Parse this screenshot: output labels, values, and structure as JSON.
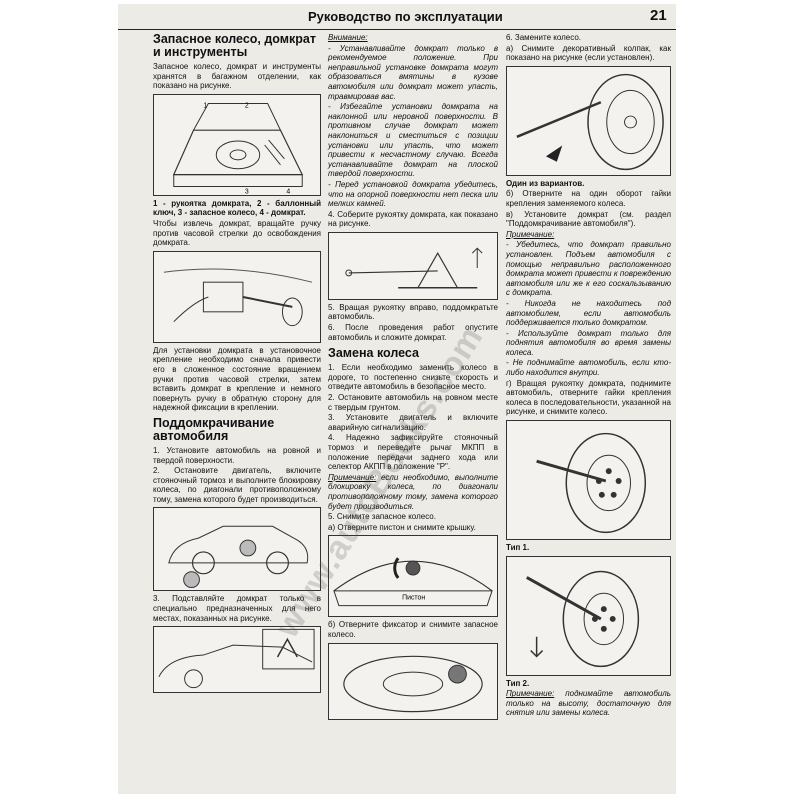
{
  "header": {
    "title": "Руководство по эксплуатации",
    "page": "21"
  },
  "col1": {
    "h1": "Запасное колесо, домкрат и инструменты",
    "p1": "Запасное колесо, домкрат и инструменты хранятся в багажном отделении, как показано на рисунке.",
    "fig1_nums": [
      "1",
      "2",
      "3",
      "4"
    ],
    "cap1": "1 - рукоятка домкрата, 2 - баллонный ключ, 3 - запасное колесо, 4 - домкрат.",
    "p2": "Чтобы извлечь домкрат, вращайте ручку против часовой стрелки до освобождения домкрата.",
    "p3": "Для установки домкрата в установочное крепление необходимо сначала привести его в сложенное состояние вращением ручки против часовой стрелки, затем вставить домкрат в крепление и немного повернуть ручку в обратную сторону для надежной фиксации в креплении.",
    "h2": "Поддомкрачивание автомобиля",
    "p4": "1. Установите автомобиль на ровной и твердой поверхности.",
    "p5": "2. Остановите двигатель, включите стояночный тормоз и выполните блокировку колеса, по диагонали противоположному тому, замена которого будет производиться.",
    "p6": "3. Подставляйте домкрат только в специально предназначенных для него местах, показанных на рисунке."
  },
  "col2": {
    "note1_label": "Внимание:",
    "note1_a": "- Устанавливайте домкрат только в рекомендуемое положение. При неправильной установке домкрата могут образоваться вмятины в кузове автомобиля или домкрат может упасть, травмировав вас.",
    "note1_b": "- Избегайте установки домкрата на наклонной или неровной поверхности. В противном случае домкрат может наклониться и сместиться с позиции установки или упасть, что может привести к несчастному случаю. Всегда устанавливайте домкрат на плоской твердой поверхности.",
    "note1_c": "- Перед установкой домкрата убедитесь, что на опорной поверхности нет песка или мелких камней.",
    "p4": "4. Соберите рукоятку домкрата, как показано на рисунке.",
    "p5": "5. Вращая рукоятку вправо, поддомкратьте автомобиль.",
    "p6": "6. После проведения работ опустите автомобиль и сложите домкрат.",
    "h": "Замена колеса",
    "r1": "1. Если необходимо заменить колесо в дороге, то постепенно снизьте скорость и отведите автомобиль в безопасное место.",
    "r2": "2. Остановите автомобиль на ровном месте с твердым грунтом.",
    "r3": "3. Установите двигатель и включите аварийную сигнализацию.",
    "r4": "4. Надежно зафиксируйте стояночный тормоз и переведите рычаг МКПП в положение передачи заднего хода или селектор АКПП в положение \"Р\".",
    "note2_label": "Примечание:",
    "note2_text": "если необходимо, выполните блокировку колеса, по диагонали противоположному тому, замена которого будет производиться.",
    "r5": "5. Снимите запасное колесо.",
    "r5a": "а) Отверните пистон и снимите крышку.",
    "fig_label": "Пистон",
    "r5b": "б) Отверните фиксатор и снимите запасное колесо."
  },
  "col3": {
    "s6": "6. Замените колесо.",
    "s6a": "а) Снимите декоративный колпак, как показано на рисунке (если установлен).",
    "cap1": "Один из вариантов.",
    "s6b": "б) Отверните на один оборот гайки крепления заменяемого колеса.",
    "s6c": "в) Установите домкрат (см. раздел \"Поддомкрачивание автомобиля\").",
    "note_label": "Примечание:",
    "note_a": "- Убедитесь, что домкрат правильно установлен. Подъем автомобиля с помощью неправильно расположенного домкрата может привести к повреждению автомобиля или же к его соскальзыванию с домкрата.",
    "note_b": "- Никогда не находитесь под автомобилем, если автомобиль поддерживается только домкратом.",
    "note_c": "- Используйте домкрат только для поднятия автомобиля во время замены колеса.",
    "note_d": "- Не поднимайте автомобиль, если кто-либо находится внутри.",
    "s6d": "г) Вращая рукоятку домкрата, поднимите автомобиль, отверните гайки крепления колеса в последовательности, указанной на рисунке, и снимите колесо.",
    "type1": "Тип 1.",
    "type2": "Тип 2.",
    "note2_label": "Примечание:",
    "note2_text": "поднимайте автомобиль только на высоту, достаточную для снятия или замены колеса."
  },
  "watermark": "www.autoBooks.com"
}
